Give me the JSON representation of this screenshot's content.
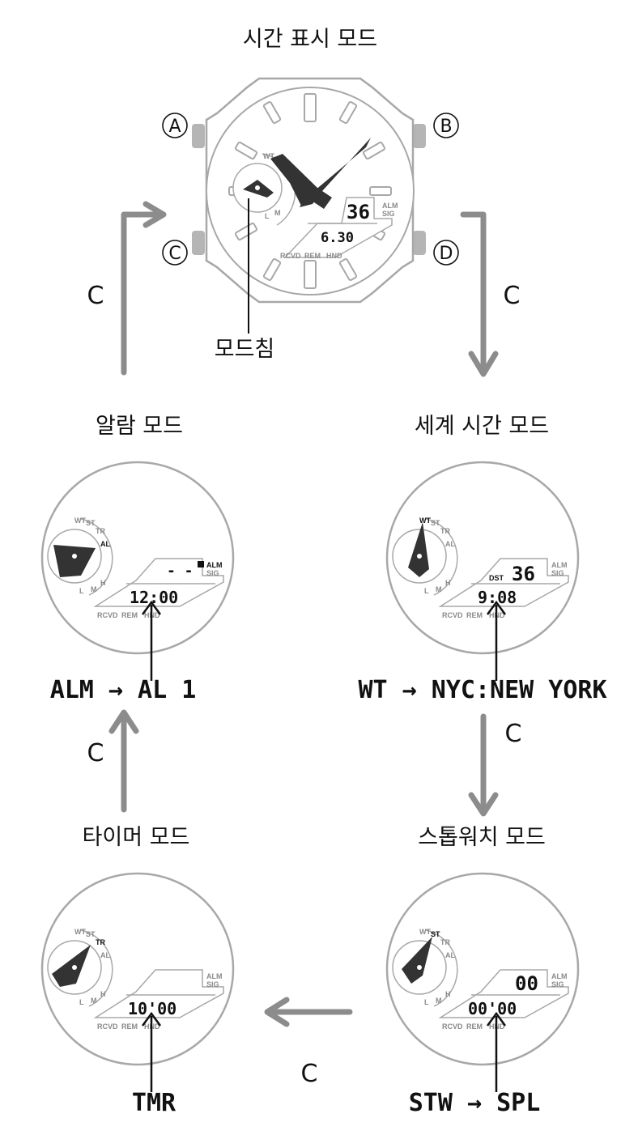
{
  "modes": {
    "timekeeping": "시간 표시 모드",
    "world_time": "세계 시간 모드",
    "alarm": "알람 모드",
    "stopwatch": "스톱워치 모드",
    "timer": "타이머 모드"
  },
  "mode_hand_label": "모드침",
  "button_c": "C",
  "buttons": {
    "a": "A",
    "b": "B",
    "c": "C",
    "d": "D"
  },
  "dial_labels": {
    "wt": "WT",
    "st": "ST",
    "tr": "TR",
    "al": "AL",
    "l": "L",
    "m": "M",
    "h": "H"
  },
  "face_labels": {
    "alm": "ALM",
    "sig": "SIG",
    "rcvd": "RCVD",
    "rem": "REM",
    "hnd": "HND",
    "dst": "DST"
  },
  "main_watch": {
    "seconds": "36",
    "date": "6.30"
  },
  "world_watch": {
    "seconds": "36",
    "time": "9:08"
  },
  "alarm_watch": {
    "upper": "- -",
    "time": "12:00"
  },
  "stopwatch_watch": {
    "upper": "00",
    "time": "00'00"
  },
  "timer_watch": {
    "time": "10'00"
  },
  "codes": {
    "alarm": "ALM → AL 1",
    "world_time": "WT → NYC:NEW YORK",
    "stopwatch": "STW → SPL",
    "timer": "TMR"
  },
  "colors": {
    "arrow": "#8c8c8c",
    "outline": "#a8a8a8",
    "hand": "#333333"
  }
}
